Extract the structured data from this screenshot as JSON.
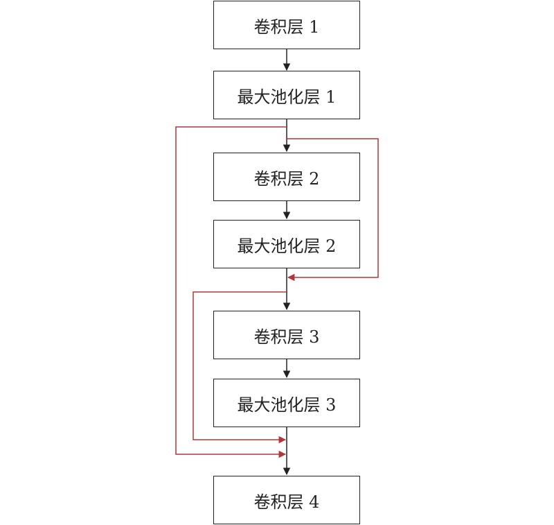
{
  "nodes": [
    {
      "id": "conv1",
      "label": "卷积层 1"
    },
    {
      "id": "pool1",
      "label": "最大池化层 1"
    },
    {
      "id": "conv2",
      "label": "卷积层 2"
    },
    {
      "id": "pool2",
      "label": "最大池化层 2"
    },
    {
      "id": "conv3",
      "label": "卷积层 3"
    },
    {
      "id": "pool3",
      "label": "最大池化层 3"
    },
    {
      "id": "conv4",
      "label": "卷积层 4"
    }
  ],
  "colors": {
    "main": "#222222",
    "skip": "#b2363b"
  }
}
